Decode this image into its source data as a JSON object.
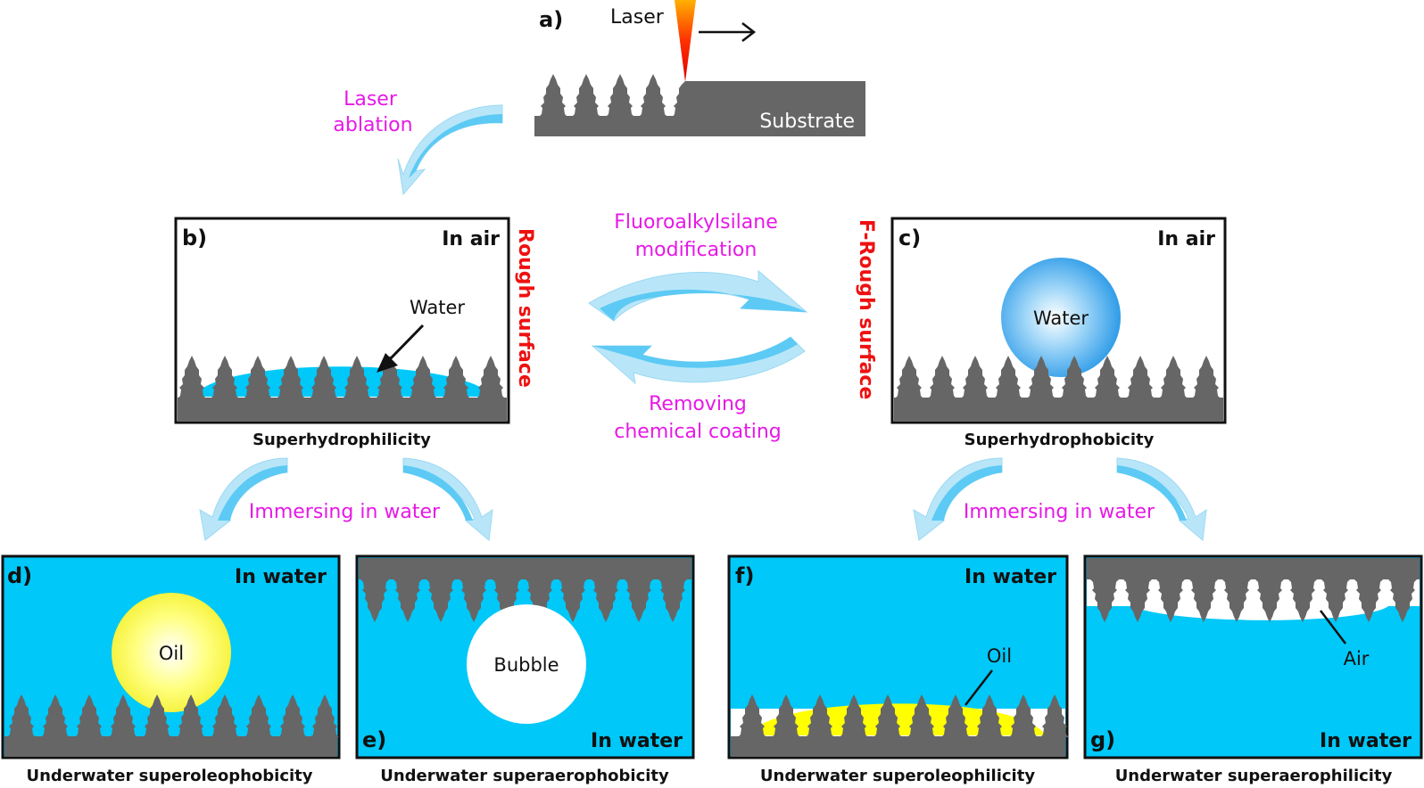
{
  "colors": {
    "substrate": "#666666",
    "water": "#00c8f8",
    "oil": "#ffff00",
    "process_text": "#e619e6",
    "surface_label": "#ee1111",
    "arrow_light": "#b8e6f8",
    "arrow_dark": "#5ccaf4"
  },
  "panel_a": {
    "label": "a)",
    "laser_label": "Laser",
    "substrate_label": "Substrate"
  },
  "process_labels": {
    "laser_ablation_line1": "Laser",
    "laser_ablation_line2": "ablation",
    "modification_line1": "Fluoroalkylsilane",
    "modification_line2": "modification",
    "removing_line1": "Removing",
    "removing_line2": "chemical  coating",
    "immersing_left": "Immersing in water",
    "immersing_right": "Immersing in water"
  },
  "surface_labels": {
    "rough": "Rough surface",
    "f_rough": "F-Rough surface"
  },
  "panels": {
    "b": {
      "label": "b)",
      "env": "In air",
      "droplet": "Water",
      "caption": "Superhydrophilicity"
    },
    "c": {
      "label": "c)",
      "env": "In air",
      "droplet": "Water",
      "caption": "Superhydrophobicity"
    },
    "d": {
      "label": "d)",
      "env": "In water",
      "droplet": "Oil",
      "caption": "Underwater superoleophobicity"
    },
    "e": {
      "label": "e)",
      "env": "In water",
      "droplet": "Bubble",
      "caption": "Underwater superaerophobicity"
    },
    "f": {
      "label": "f)",
      "env": "In water",
      "droplet": "Oil",
      "caption": "Underwater superoleophilicity"
    },
    "g": {
      "label": "g)",
      "env": "In water",
      "droplet": "Air",
      "caption": "Underwater superaerophilicity"
    }
  }
}
